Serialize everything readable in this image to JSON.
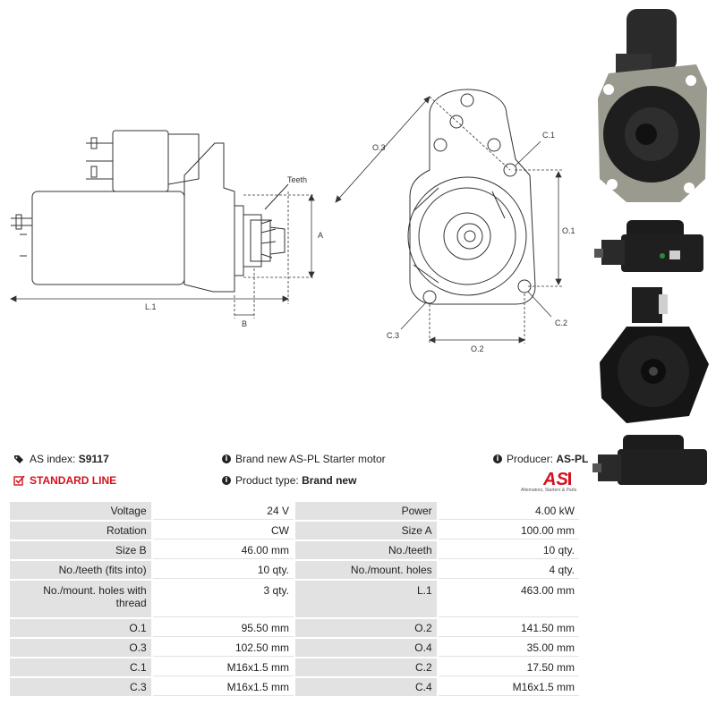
{
  "drawing": {
    "labels": {
      "teeth": "Teeth",
      "a": "A",
      "l1": "L.1",
      "b": "B",
      "o3": "O.3",
      "c1": "C.1",
      "o1": "O.1",
      "c3": "C.3",
      "c2": "C.2",
      "o2": "O.2"
    }
  },
  "info": {
    "as_index_label": "AS index:",
    "as_index_value": "S9117",
    "standard_line": "STANDARD LINE",
    "description": "Brand new AS-PL Starter motor",
    "product_type_label": "Product type:",
    "product_type_value": "Brand new",
    "producer_label": "Producer:",
    "producer_value": "AS-PL",
    "logo_text": "AS",
    "logo_tagline": "Alternators, Starters & Parts"
  },
  "specs": [
    {
      "k1": "Voltage",
      "v1": "24 V",
      "k2": "Power",
      "v2": "4.00 kW"
    },
    {
      "k1": "Rotation",
      "v1": "CW",
      "k2": "Size A",
      "v2": "100.00 mm"
    },
    {
      "k1": "Size B",
      "v1": "46.00 mm",
      "k2": "No./teeth",
      "v2": "10 qty."
    },
    {
      "k1": "No./teeth (fits into)",
      "v1": "10 qty.",
      "k2": "No./mount. holes",
      "v2": "4 qty."
    },
    {
      "k1": "No./mount. holes with thread",
      "v1": "3 qty.",
      "k2": "L.1",
      "v2": "463.00 mm"
    },
    {
      "k1": "O.1",
      "v1": "95.50 mm",
      "k2": "O.2",
      "v2": "141.50 mm"
    },
    {
      "k1": "O.3",
      "v1": "102.50 mm",
      "k2": "O.4",
      "v2": "35.00 mm"
    },
    {
      "k1": "C.1",
      "v1": "M16x1.5 mm",
      "k2": "C.2",
      "v2": "17.50 mm"
    },
    {
      "k1": "C.3",
      "v1": "M16x1.5 mm",
      "k2": "C.4",
      "v2": "M16x1.5 mm"
    }
  ]
}
